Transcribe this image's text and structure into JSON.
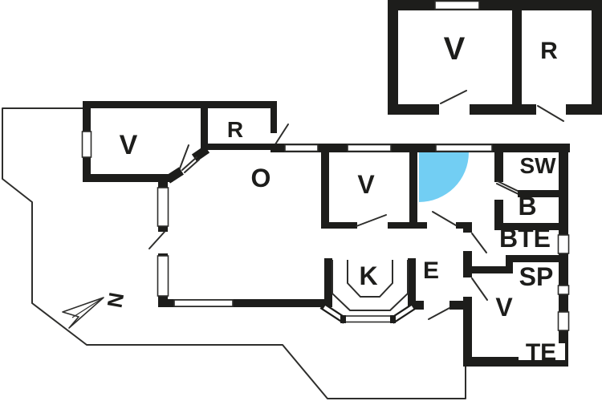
{
  "palette": {
    "wall": "#1d1d1b",
    "thin_line": "#2e2e2c",
    "background": "#ffffff",
    "door_swing_highlight": "#72cef3"
  },
  "compass": {
    "label": "N"
  },
  "outbuilding": {
    "room_v": {
      "label": "V"
    },
    "room_r": {
      "label": "R"
    }
  },
  "house": {
    "room_v_northwest": {
      "label": "V"
    },
    "room_r_northwest": {
      "label": "R"
    },
    "living_room": {
      "label": "O"
    },
    "room_v_middle": {
      "label": "V"
    },
    "room_sw": {
      "label": "SW"
    },
    "room_b": {
      "label": "B"
    },
    "room_bte": {
      "label": "BTE"
    },
    "room_sp": {
      "label": "SP"
    },
    "kitchen": {
      "label": "K"
    },
    "entry": {
      "label": "E"
    },
    "room_v_southeast": {
      "label": "V"
    },
    "terrace": {
      "label": "TE"
    }
  }
}
